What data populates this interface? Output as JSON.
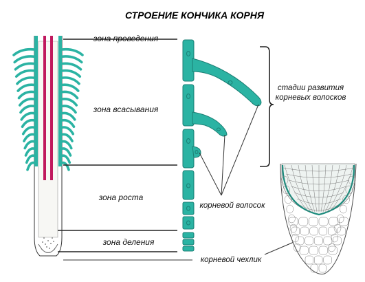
{
  "title": "СТРОЕНИЕ КОНЧИКА КОРНЯ",
  "zones": {
    "conduction": "зона проведения",
    "absorption": "зона всасывания",
    "growth": "зона роста",
    "division": "зона деления"
  },
  "labels": {
    "stages_line1": "стадии развития",
    "stages_line2": "корневых волосков",
    "root_hair": "корневой волосок",
    "root_cap": "корневой чехлик"
  },
  "colors": {
    "tissue": "#2bb3a3",
    "tissue_dark": "#1b7f74",
    "vascular": "#c0185e",
    "outline": "#2a2a2a"
  }
}
